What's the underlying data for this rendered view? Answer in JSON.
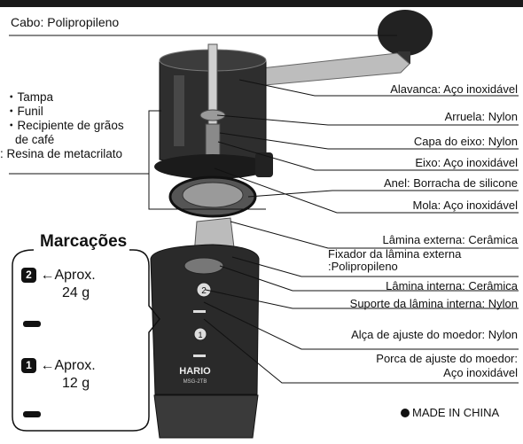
{
  "title_label": "Cabo: Polipropileno",
  "materials_list": {
    "items": [
      "・Tampa",
      "・Funil",
      "・Recipiente de grãos",
      "de café",
      ": Resina de metacrilato"
    ]
  },
  "labels": {
    "alavanca": "Alavanca: Aço inoxidável",
    "arruela": "Arruela: Nylon",
    "capa": "Capa do eixo: Nylon",
    "eixo": "Eixo: Aço inoxidável",
    "anel": "Anel: Borracha de silicone",
    "mola": "Mola: Aço inoxidável",
    "lamina_externa": "Lâmina externa: Cerâmica",
    "fixador_1": "Fixador da lâmina externa",
    "fixador_2": ":Polipropileno",
    "lamina_interna": "Lâmina interna: Cerâmica",
    "suporte": "Suporte da lâmina interna: Nylon",
    "alca": "Alça de ajuste do moedor: Nylon",
    "porca_1": "Porca de ajuste do moedor:",
    "porca_2": "Aço inoxidável"
  },
  "markings": {
    "title": "Marcações",
    "mark2_badge": "2",
    "mark2_line1": "←Aprox.",
    "mark2_line2": "24 g",
    "mark1_badge": "1",
    "mark1_line1": "←Aprox.",
    "mark1_line2": "12 g"
  },
  "product": {
    "brand": "HARIO",
    "model": "MSG-2TB",
    "dial2": "2",
    "dial1": "1"
  },
  "footer": {
    "made_in": "MADE IN CHINA"
  }
}
